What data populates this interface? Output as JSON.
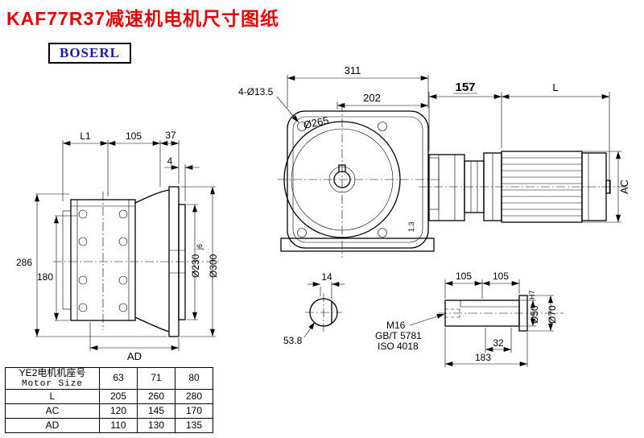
{
  "colors": {
    "title_red": "#e60000",
    "logo_navy": "#1b1b9e",
    "line": "#000000"
  },
  "header": {
    "title": "KAF77R37减速机电机尺寸图纸",
    "logo": "BOSERL"
  },
  "left_view": {
    "dim_L1": "L1",
    "dim_105": "105",
    "dim_37": "37",
    "dim_4": "4",
    "dim_286": "286",
    "dim_180": "180",
    "dia_230": "Ø230",
    "tol_230": "j6",
    "dia_300": "Ø300",
    "dim_AD": "AD"
  },
  "front_view": {
    "dim_311": "311",
    "dim_202": "202",
    "holes": "4-Ø13.5",
    "dia_265": "Ø265",
    "finish": "1.3"
  },
  "motor_view": {
    "dim_157": "157",
    "dim_L": "L",
    "dim_AC": "AC"
  },
  "section_view": {
    "dim_14": "14",
    "dim_53_8": "53.8"
  },
  "shaft_view": {
    "dim_105_left": "105",
    "dim_105_right": "105",
    "thread": "M16",
    "standard_gb": "GB/T 5781",
    "standard_iso": "ISO 4018",
    "dim_32": "32",
    "dim_183": "183",
    "dia_50": "Ø50",
    "tol_50": "H7",
    "dia_70": "Ø70"
  },
  "table": {
    "header_cn": "YE2电机机座号",
    "header_en": "Motor Size",
    "sizes": [
      "63",
      "71",
      "80"
    ],
    "rows": [
      {
        "label": "L",
        "values": [
          "205",
          "260",
          "280"
        ]
      },
      {
        "label": "AC",
        "values": [
          "120",
          "145",
          "170"
        ]
      },
      {
        "label": "AD",
        "values": [
          "110",
          "130",
          "135"
        ]
      }
    ]
  }
}
